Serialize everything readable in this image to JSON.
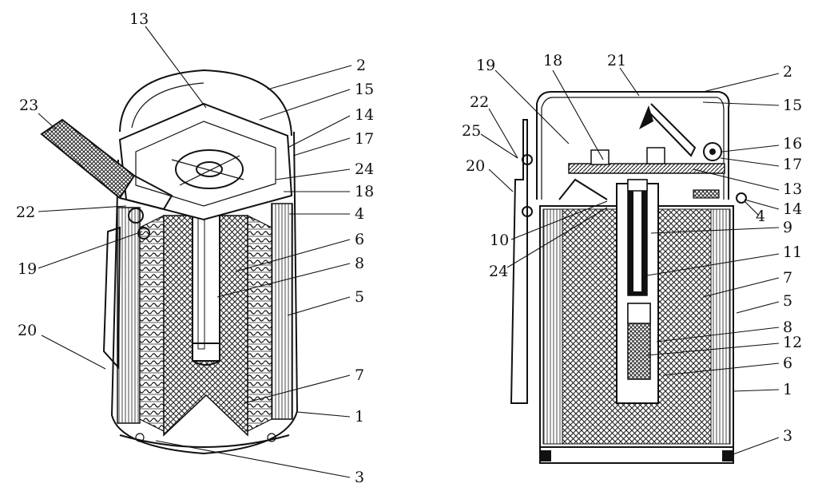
{
  "colors": {
    "ink": "#111111",
    "paper": "#ffffff"
  },
  "left_figure": {
    "callouts": {
      "c13": "13",
      "c2": "2",
      "c15": "15",
      "c14": "14",
      "c17": "17",
      "c24": "24",
      "c18": "18",
      "c4": "4",
      "c6": "6",
      "c8": "8",
      "c5": "5",
      "c7": "7",
      "c1": "1",
      "c3": "3",
      "c23": "23",
      "c22": "22",
      "c19": "19",
      "c20": "20"
    }
  },
  "right_figure": {
    "callouts": {
      "c19": "19",
      "c18": "18",
      "c21": "21",
      "c2": "2",
      "c15": "15",
      "c22": "22",
      "c25": "25",
      "c16": "16",
      "c17": "17",
      "c20": "20",
      "c13": "13",
      "c14": "14",
      "c4": "4",
      "c9": "9",
      "c10": "10",
      "c24": "24",
      "c11": "11",
      "c7": "7",
      "c5": "5",
      "c8": "8",
      "c12": "12",
      "c6": "6",
      "c1": "1",
      "c3": "3"
    }
  }
}
